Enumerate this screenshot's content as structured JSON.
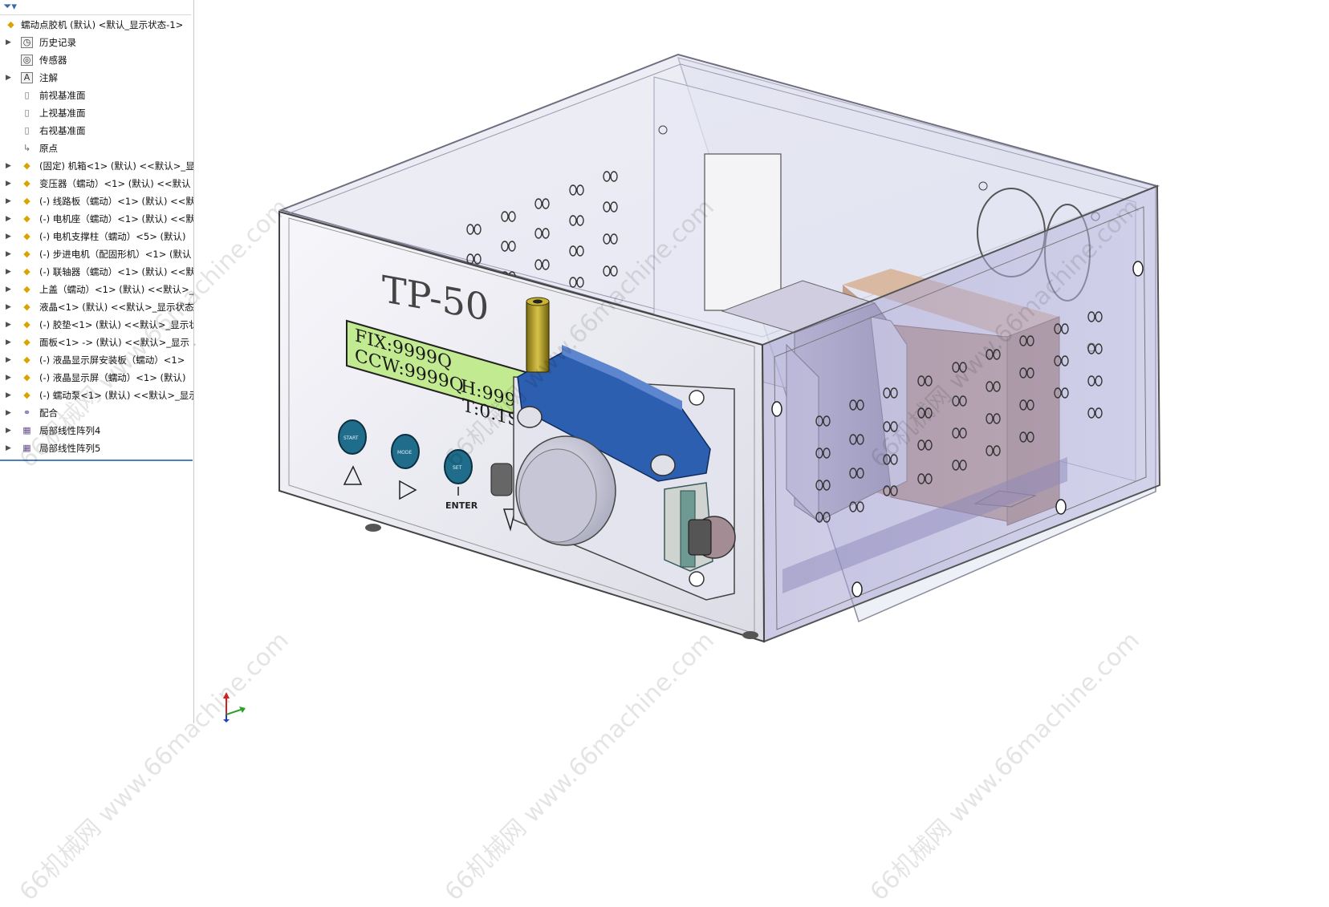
{
  "tree": {
    "root_label": "蠕动点胶机 (默认) <默认_显示状态-1>",
    "items": [
      {
        "label": "历史记录",
        "icon": "history-icon",
        "expandable": true
      },
      {
        "label": "传感器",
        "icon": "sensor-icon",
        "expandable": false
      },
      {
        "label": "注解",
        "icon": "annotation-icon",
        "expandable": true
      },
      {
        "label": "前视基准面",
        "icon": "plane-icon",
        "expandable": false
      },
      {
        "label": "上视基准面",
        "icon": "plane-icon",
        "expandable": false
      },
      {
        "label": "右视基准面",
        "icon": "plane-icon",
        "expandable": false
      },
      {
        "label": "原点",
        "icon": "origin-icon",
        "expandable": false
      },
      {
        "label": "(固定) 机箱<1> (默认) <<默认>_显",
        "icon": "part-icon",
        "expandable": true
      },
      {
        "label": "变压器（蠕动）<1> (默认) <<默认",
        "icon": "part-icon",
        "expandable": true
      },
      {
        "label": "(-) 线路板（蠕动）<1> (默认) <<默",
        "icon": "part-icon",
        "expandable": true
      },
      {
        "label": "(-) 电机座（蠕动）<1> (默认) <<默",
        "icon": "part-icon",
        "expandable": true
      },
      {
        "label": "(-) 电机支撑柱（蠕动）<5> (默认)",
        "icon": "part-icon",
        "expandable": true
      },
      {
        "label": "(-) 步进电机（配固形机）<1> (默认",
        "icon": "part-icon",
        "expandable": true
      },
      {
        "label": "(-) 联轴器（蠕动）<1> (默认) <<默",
        "icon": "part-icon",
        "expandable": true
      },
      {
        "label": "上盖（蠕动）<1> (默认) <<默认>_",
        "icon": "part-icon",
        "expandable": true
      },
      {
        "label": "液晶<1> (默认) <<默认>_显示状态",
        "icon": "part-icon",
        "expandable": true
      },
      {
        "label": "(-) 胶垫<1> (默认) <<默认>_显示状",
        "icon": "part-icon",
        "expandable": true
      },
      {
        "label": "面板<1> -> (默认) <<默认>_显示",
        "icon": "part-icon",
        "expandable": true
      },
      {
        "label": "(-) 液晶显示屏安装板（蠕动）<1>",
        "icon": "part-icon",
        "expandable": true
      },
      {
        "label": "(-) 液晶显示屏（蠕动）<1> (默认)",
        "icon": "part-icon",
        "expandable": true
      },
      {
        "label": "(-) 蠕动泵<1> (默认) <<默认>_显示",
        "icon": "part-icon",
        "expandable": true
      },
      {
        "label": "配合",
        "icon": "mate-icon",
        "expandable": true
      },
      {
        "label": "局部线性阵列4",
        "icon": "pattern-icon",
        "expandable": true
      },
      {
        "label": "局部线性阵列5",
        "icon": "pattern-icon",
        "expandable": true
      }
    ]
  },
  "model": {
    "brand": "TP-50",
    "lcd_line1": "FIX:9999Q",
    "lcd_line2_left": "CCW:9999Q",
    "lcd_line2_right": "H:999Q",
    "lcd_line3": "T:0.1S",
    "button_labels": [
      "START",
      "MODE",
      "SET"
    ],
    "enter_label": "ENTER"
  },
  "watermark": "66机械网 www.66machine.com",
  "colors": {
    "lcd_bg": "#bfe88a",
    "button": "#1f6d8a",
    "enclosure": "#a9a6d6",
    "transformer": "#b48c76",
    "pump": "#2d5fb0"
  }
}
